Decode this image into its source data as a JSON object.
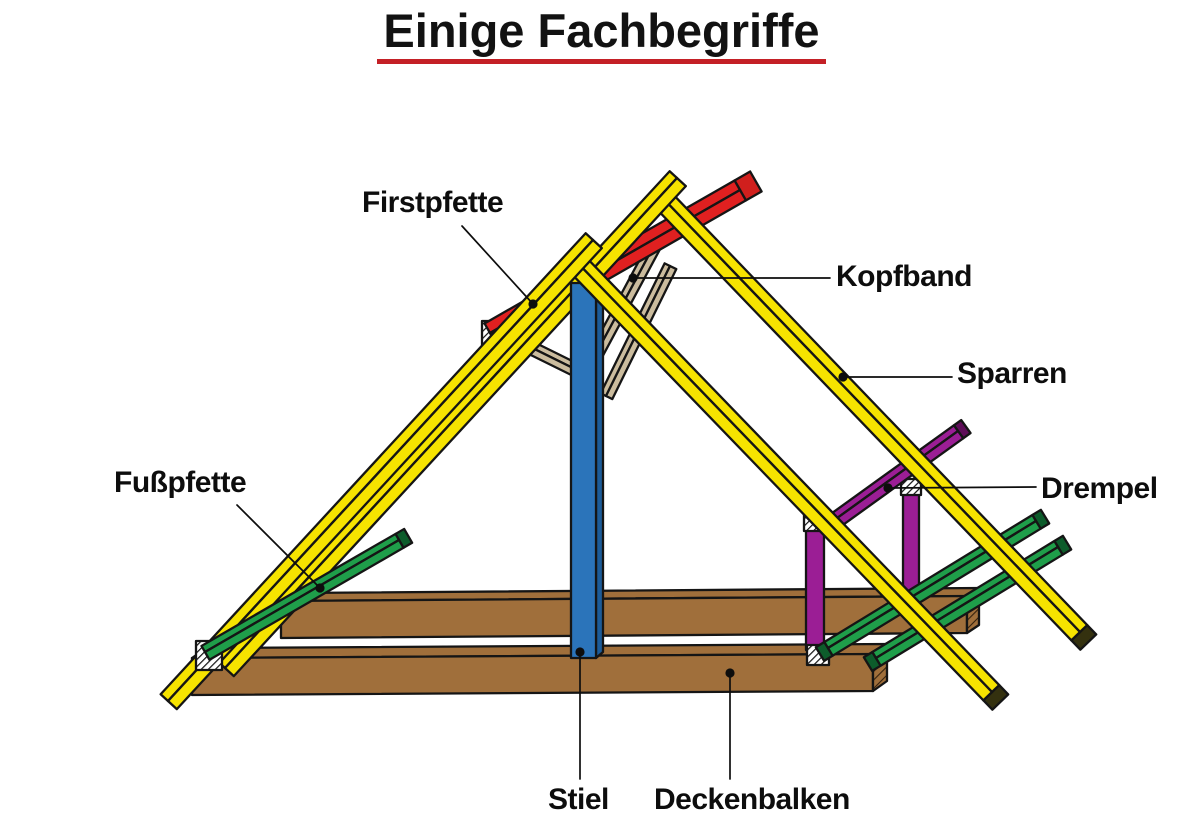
{
  "title": {
    "text": "Einige Fachbegriffe"
  },
  "labels": {
    "firstpfette": "Firstpfette",
    "kopfband": "Kopfband",
    "sparren": "Sparren",
    "drempel": "Drempel",
    "fusspfette": "Fußpfette",
    "stiel": "Stiel",
    "deckenbalken": "Deckenbalken"
  },
  "colors": {
    "rafter_yellow": "#F6E300",
    "rafter_end_dark": "#34310f",
    "ridge_red": "#E02020",
    "ridge_end_red": "#d01f1d",
    "post_blue": "#2B74BA",
    "post_blue_dark": "#1D5C99",
    "brace_tan": "#CBBC9E",
    "purlin_green": "#1F9E4A",
    "purlin_green_dark": "#0d5c2b",
    "drempel_purple": "#9B1E95",
    "drempel_purple_dark": "#5e0d58",
    "beam_brown": "#A06F3B",
    "outline_black": "#151515",
    "underline_red": "#C42026",
    "label_black": "#0d0d0d",
    "background_white": "#ffffff"
  }
}
